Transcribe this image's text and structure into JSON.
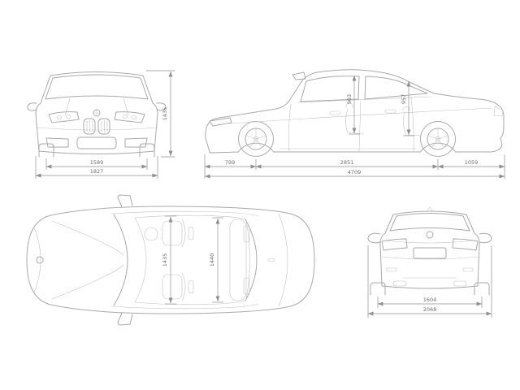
{
  "page": {
    "description": "Four-view dimensional line drawing (blueprint) of a sports sedan with front, side, top and rear views"
  },
  "colors": {
    "car-line": "#a9a9a9",
    "car-line-light": "#c2c2c2",
    "dim-line": "#8f8f8f",
    "dim-text": "#6e6e6e",
    "background": "#ffffff"
  },
  "views": {
    "front": {
      "dims": {
        "overall_height": "1435",
        "front_track": "1589",
        "overall_width": "1827"
      }
    },
    "side": {
      "dims": {
        "front_headroom": "903",
        "rear_headroom": "957",
        "front_overhang": "799",
        "wheelbase": "2851",
        "rear_overhang": "1059",
        "overall_length": "4709"
      }
    },
    "top": {
      "dims": {
        "interior_width_front": "1435",
        "interior_width_rear": "1440"
      }
    },
    "rear": {
      "dims": {
        "rear_track": "1604",
        "width_incl_mirrors": "2068"
      }
    }
  }
}
